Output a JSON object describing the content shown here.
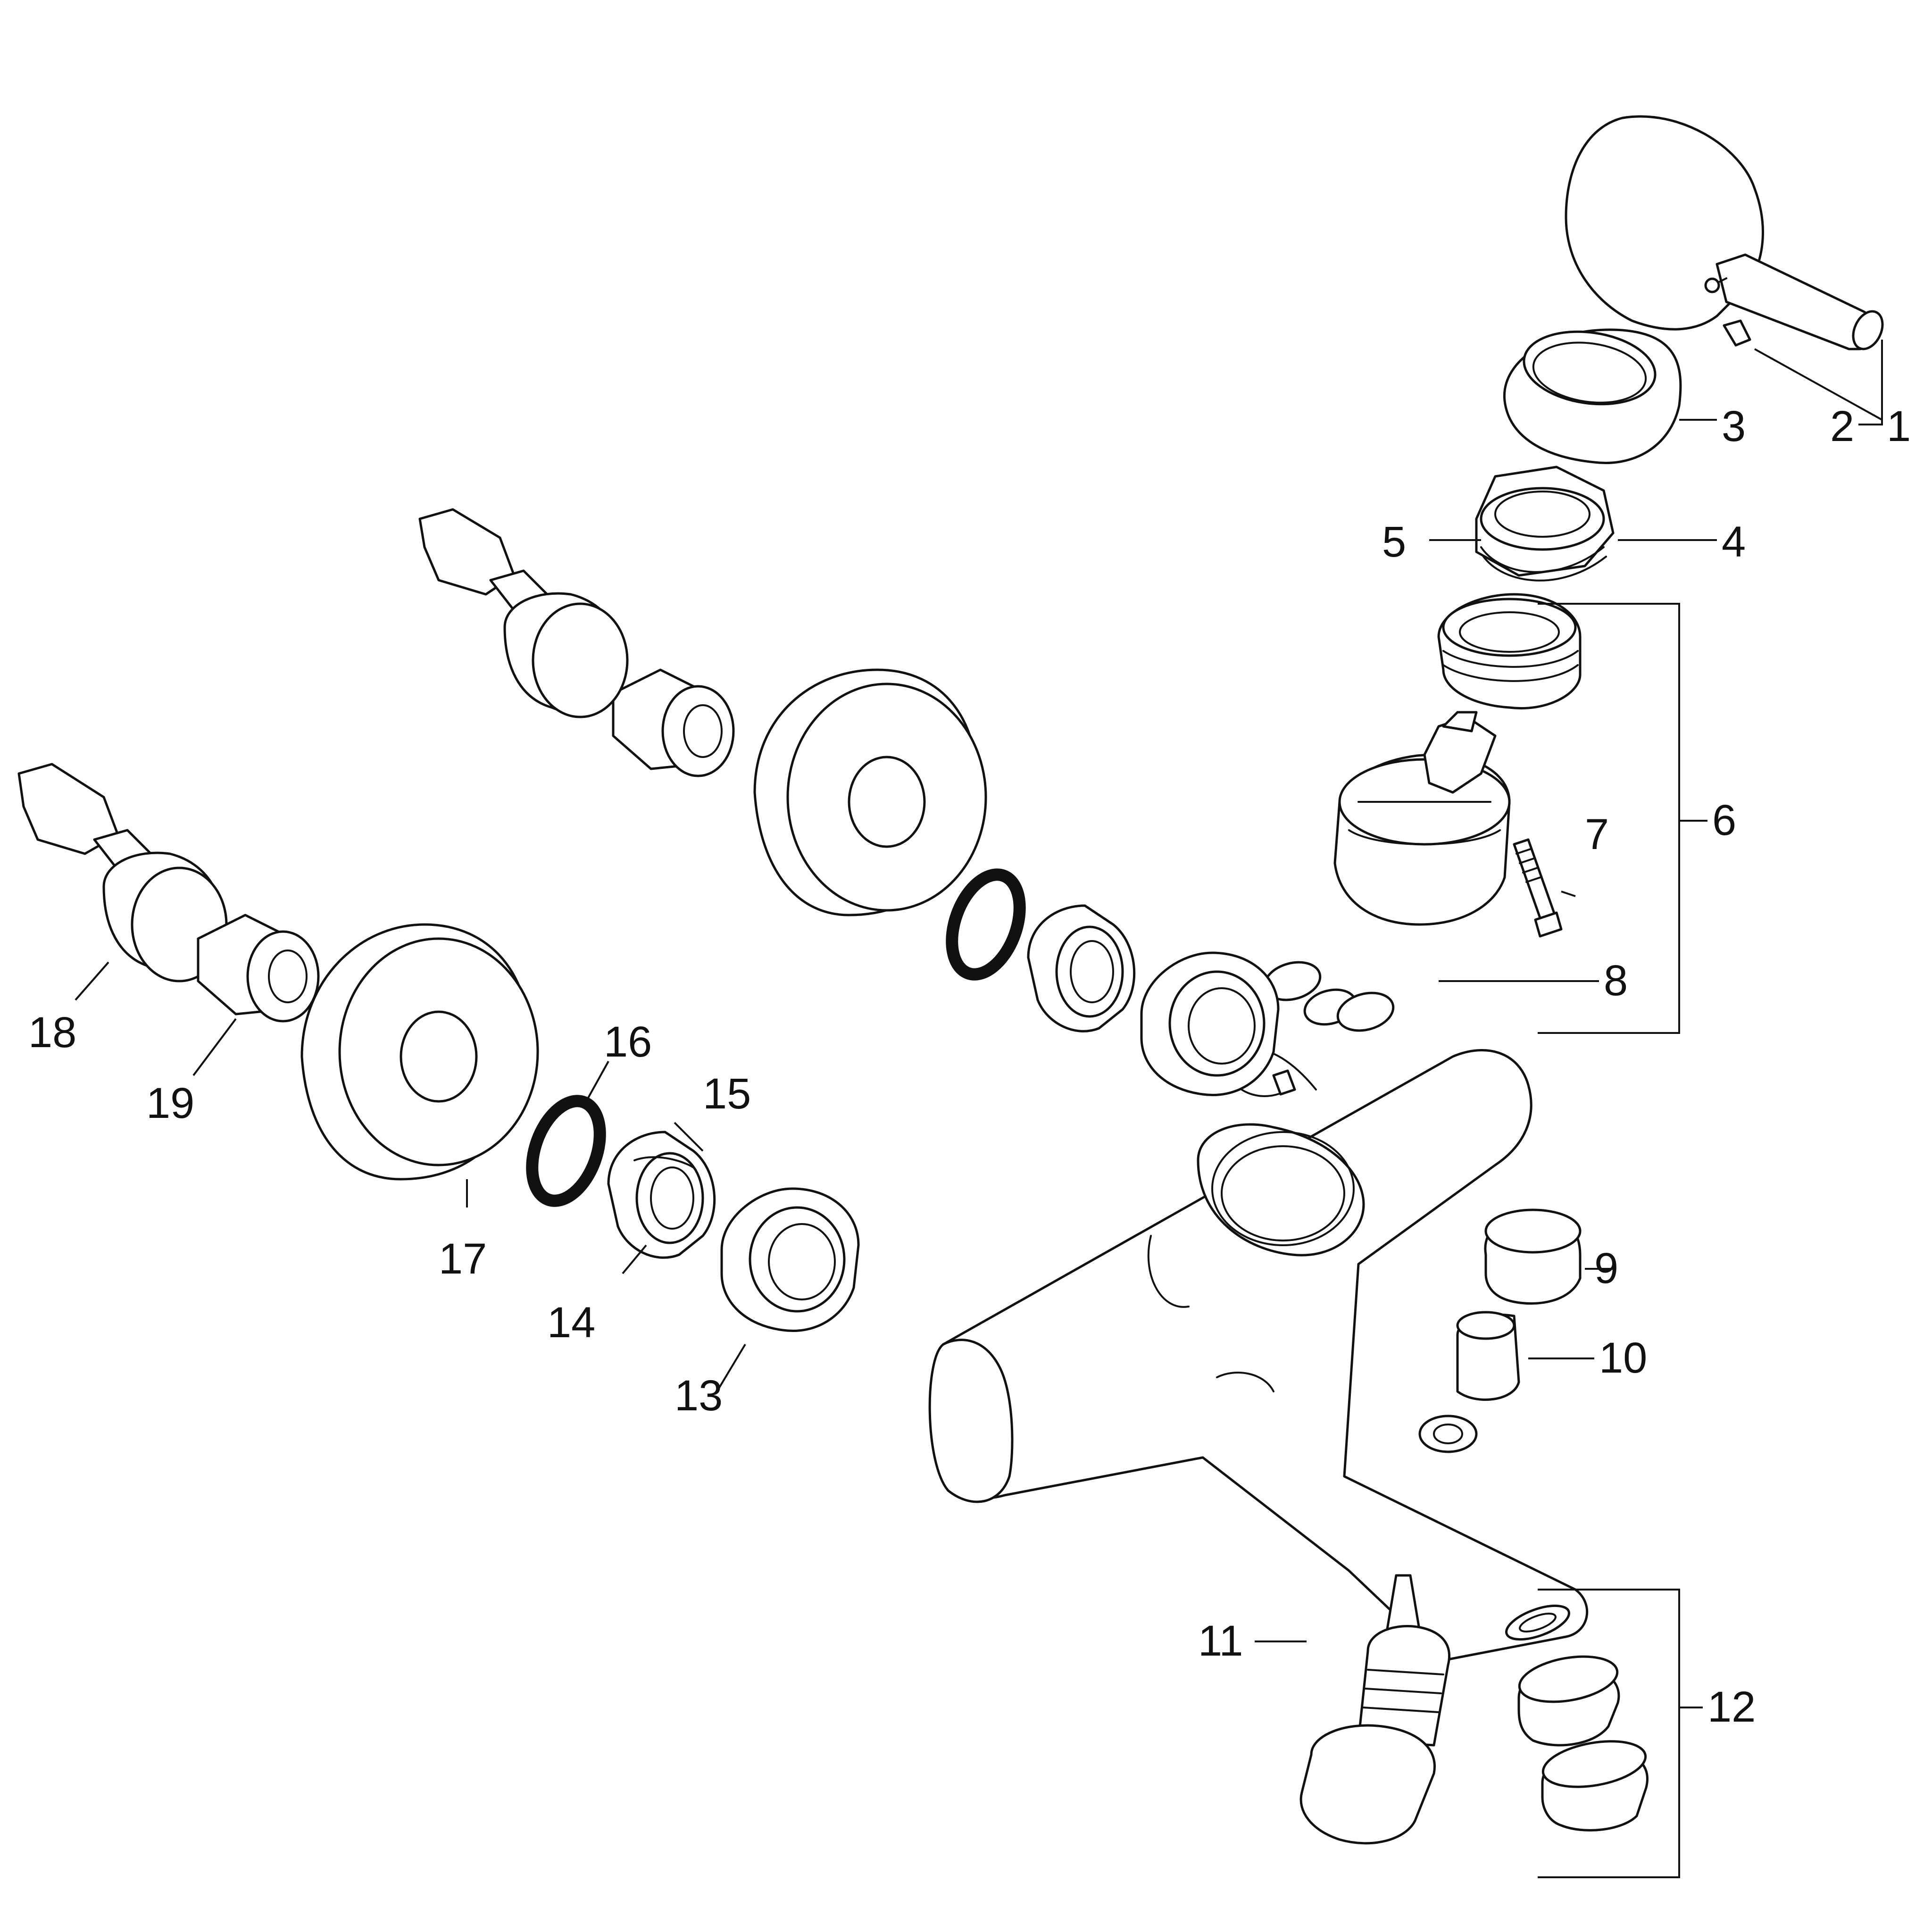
{
  "diagram": {
    "callouts": [
      {
        "id": "1",
        "label": "1"
      },
      {
        "id": "2",
        "label": "2"
      },
      {
        "id": "3",
        "label": "3"
      },
      {
        "id": "4",
        "label": "4"
      },
      {
        "id": "5",
        "label": "5"
      },
      {
        "id": "6",
        "label": "6"
      },
      {
        "id": "7",
        "label": "7"
      },
      {
        "id": "8",
        "label": "8"
      },
      {
        "id": "9",
        "label": "9"
      },
      {
        "id": "10",
        "label": "10"
      },
      {
        "id": "11",
        "label": "11"
      },
      {
        "id": "12",
        "label": "12"
      },
      {
        "id": "13",
        "label": "13"
      },
      {
        "id": "14",
        "label": "14"
      },
      {
        "id": "15",
        "label": "15"
      },
      {
        "id": "16",
        "label": "16"
      },
      {
        "id": "17",
        "label": "17"
      },
      {
        "id": "18",
        "label": "18"
      },
      {
        "id": "19",
        "label": "19"
      }
    ],
    "line_color": "#111111",
    "background": "#ffffff"
  }
}
